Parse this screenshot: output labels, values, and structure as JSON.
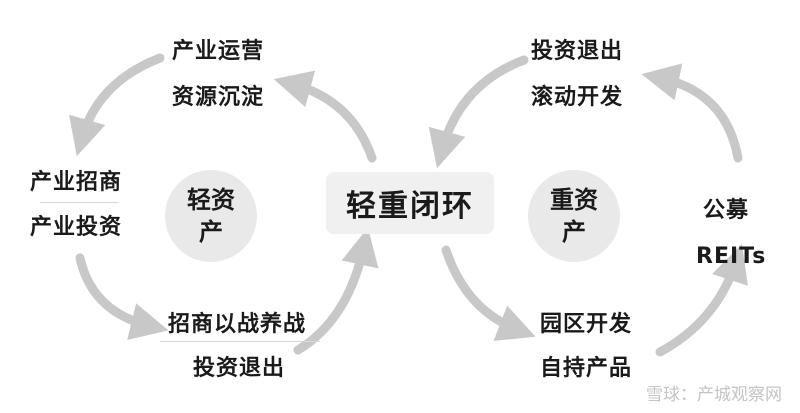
{
  "center": {
    "label": "轻重闭环"
  },
  "light_asset": {
    "label": [
      "轻资",
      "产"
    ]
  },
  "heavy_asset": {
    "label": [
      "重资",
      "产"
    ]
  },
  "top_left": {
    "lines": [
      "产业运营",
      "资源沉淀"
    ]
  },
  "left": {
    "lines": [
      "产业招商",
      "产业投资"
    ]
  },
  "bottom_left": {
    "lines": [
      "招商以战养战",
      "投资退出"
    ]
  },
  "top_right": {
    "lines": [
      "投资退出",
      "滚动开发"
    ]
  },
  "right": {
    "lines": [
      "公募",
      "REITs"
    ]
  },
  "bottom_right": {
    "lines": [
      "园区开发",
      "自持产品"
    ]
  },
  "watermark": {
    "text": "雪球：产城观察网"
  },
  "colors": {
    "arrow": "#c8c8c8",
    "circle": "#e9e9e9",
    "box": "#f0f0f0",
    "text": "#1a1a1a"
  }
}
